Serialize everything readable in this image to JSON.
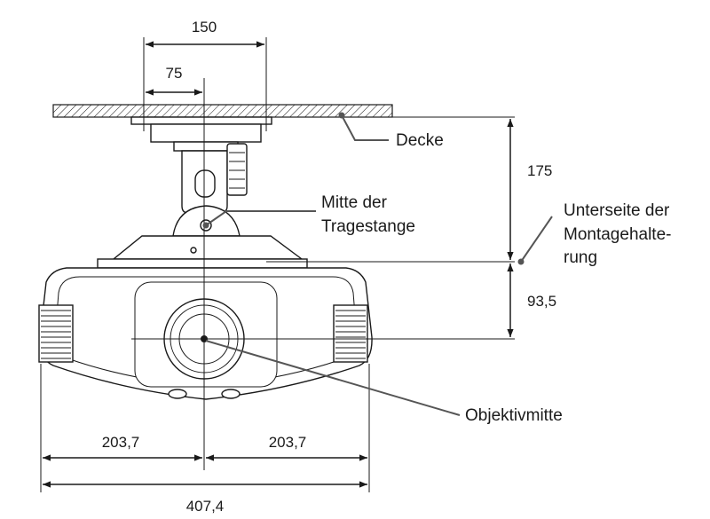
{
  "dimensions": {
    "plate_width": "150",
    "plate_half": "75",
    "ceiling_to_bottom": "175",
    "bottom_to_lens": "93,5",
    "left_half": "203,7",
    "right_half": "203,7",
    "total_width": "407,4"
  },
  "labels": {
    "ceiling": "Decke",
    "rod_center_line1": "Mitte der",
    "rod_center_line2": "Tragestange",
    "mount_bottom_line1": "Unterseite der",
    "mount_bottom_line2": "Montagehalte-",
    "mount_bottom_line3": "rung",
    "lens_center": "Objektivmitte"
  }
}
